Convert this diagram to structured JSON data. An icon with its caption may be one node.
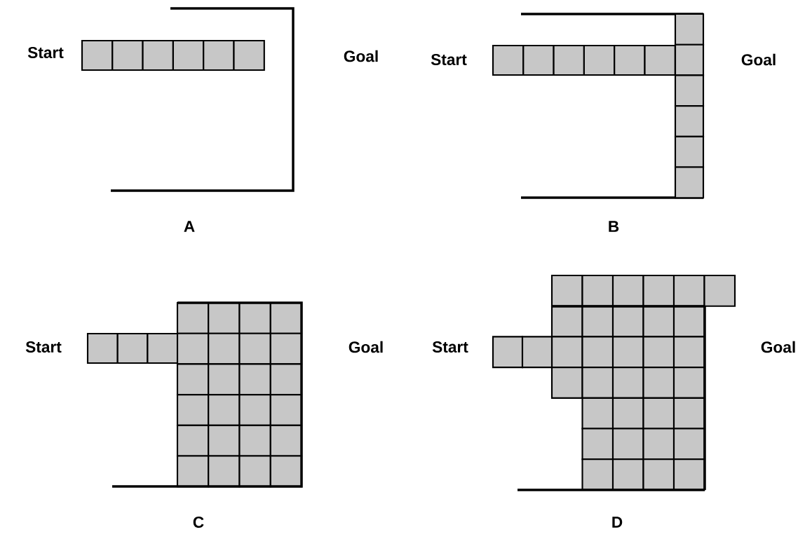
{
  "diagram": {
    "labels": [
      "Start",
      "Goal",
      "Start",
      "Goal",
      "A",
      "B",
      "Start",
      "Goal",
      "Start",
      "Goal",
      "C",
      "D"
    ]
  }
}
